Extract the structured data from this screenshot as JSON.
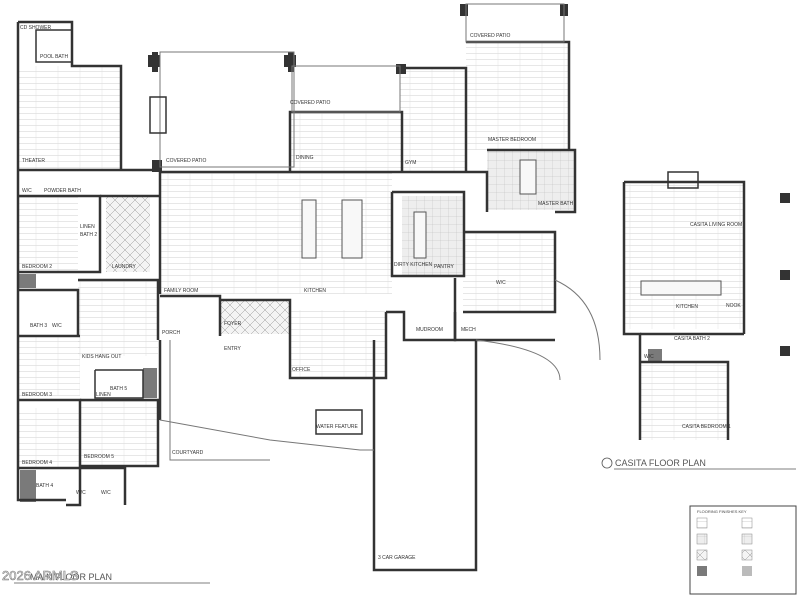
{
  "rooms": {
    "cd_shower": "CD SHOWER",
    "pool_bath": "POOL BATH",
    "theater": "THEATER",
    "wc": "W/C",
    "powder_bath": "POWDER BATH",
    "linen": "LINEN",
    "bath_2": "BATH 2",
    "bedroom_2": "BEDROOM 2",
    "laundry": "LAUNDRY",
    "bath_3": "BATH 3",
    "kids_hang_out": "KIDS HANG OUT",
    "bath_5": "BATH 5",
    "bedroom_3": "BEDROOM 3",
    "bedroom_4": "BEDROOM 4",
    "bedroom_5": "BEDROOM 5",
    "bath_4": "BATH 4",
    "covered_patio": "COVERED PATIO",
    "dining": "DINING",
    "gym": "GYM",
    "master_bedroom": "MASTER BEDROOM",
    "master_bath": "MASTER BATH",
    "dirty_kitchen": "DIRTY KITCHEN",
    "pantry": "PANTRY",
    "family_room": "FAMILY ROOM",
    "kitchen": "KITCHEN",
    "porch": "PORCH",
    "foyer": "FOYER",
    "entry": "ENTRY",
    "office": "OFFICE",
    "mudroom": "MUDROOM",
    "mech": "MECH",
    "courtyard": "COURTYARD",
    "water_feature": "WATER FEATURE",
    "garage": "3 CAR GARAGE",
    "casita_living_room": "CASITA LIVING ROOM",
    "casita_kitchen": "KITCHEN",
    "nook": "NOOK",
    "casita_bath_2": "CASITA BATH 2",
    "casita_wc": "W/C",
    "casita_bedroom": "CASITA BEDROOM 1"
  },
  "titles": {
    "main_plan": "MAIN FLOOR PLAN",
    "casita_plan": "CASITA FLOOR PLAN",
    "flooring_key": "FLOORING FINISHES KEY"
  },
  "watermark": "2026 ARMLS",
  "colors": {
    "wall": "#333333",
    "floor_line": "#c8c8c8",
    "tile_fill": "#e6e6e6",
    "dark_tile": "#7a7a7a"
  }
}
